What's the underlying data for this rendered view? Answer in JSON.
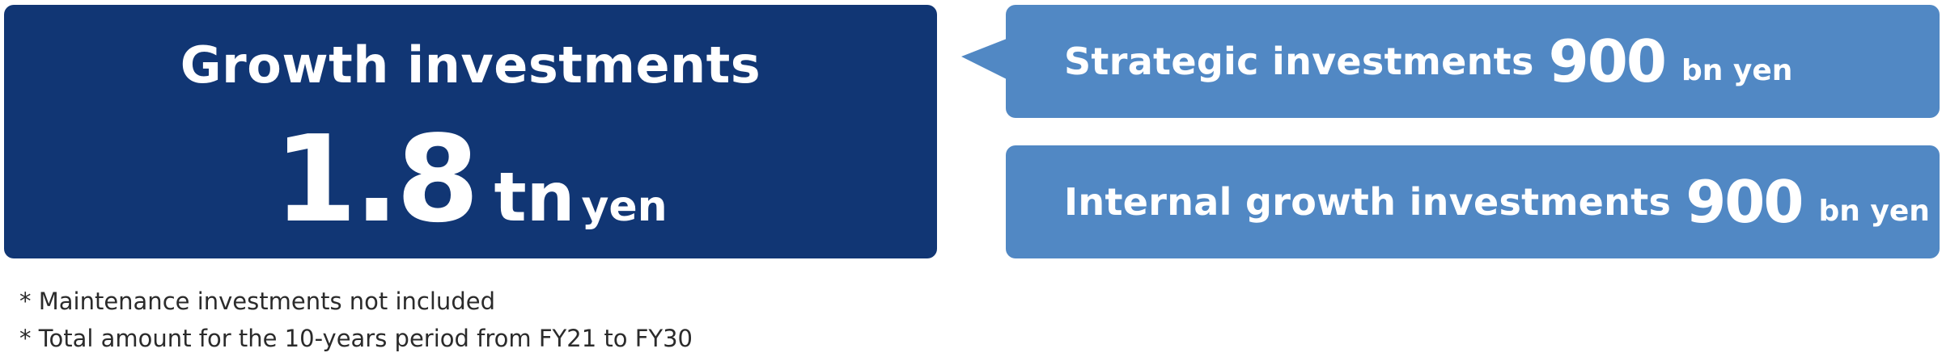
{
  "main": {
    "title": "Growth investments",
    "amount": "1.8",
    "unit_major": "tn",
    "unit_minor": "yen"
  },
  "breakdown": [
    {
      "label": "Strategic investments",
      "value": "900",
      "unit": "bn yen"
    },
    {
      "label": "Internal growth investments",
      "value": "900",
      "unit": "bn yen"
    }
  ],
  "notes": [
    "* Maintenance investments not included",
    "* Total amount for the 10-years period from FY21 to FY30"
  ],
  "colors": {
    "main_box": "#113674",
    "sub_box": "#5188c4",
    "text_on_box": "#ffffff",
    "note_text": "#2b2b2b"
  }
}
